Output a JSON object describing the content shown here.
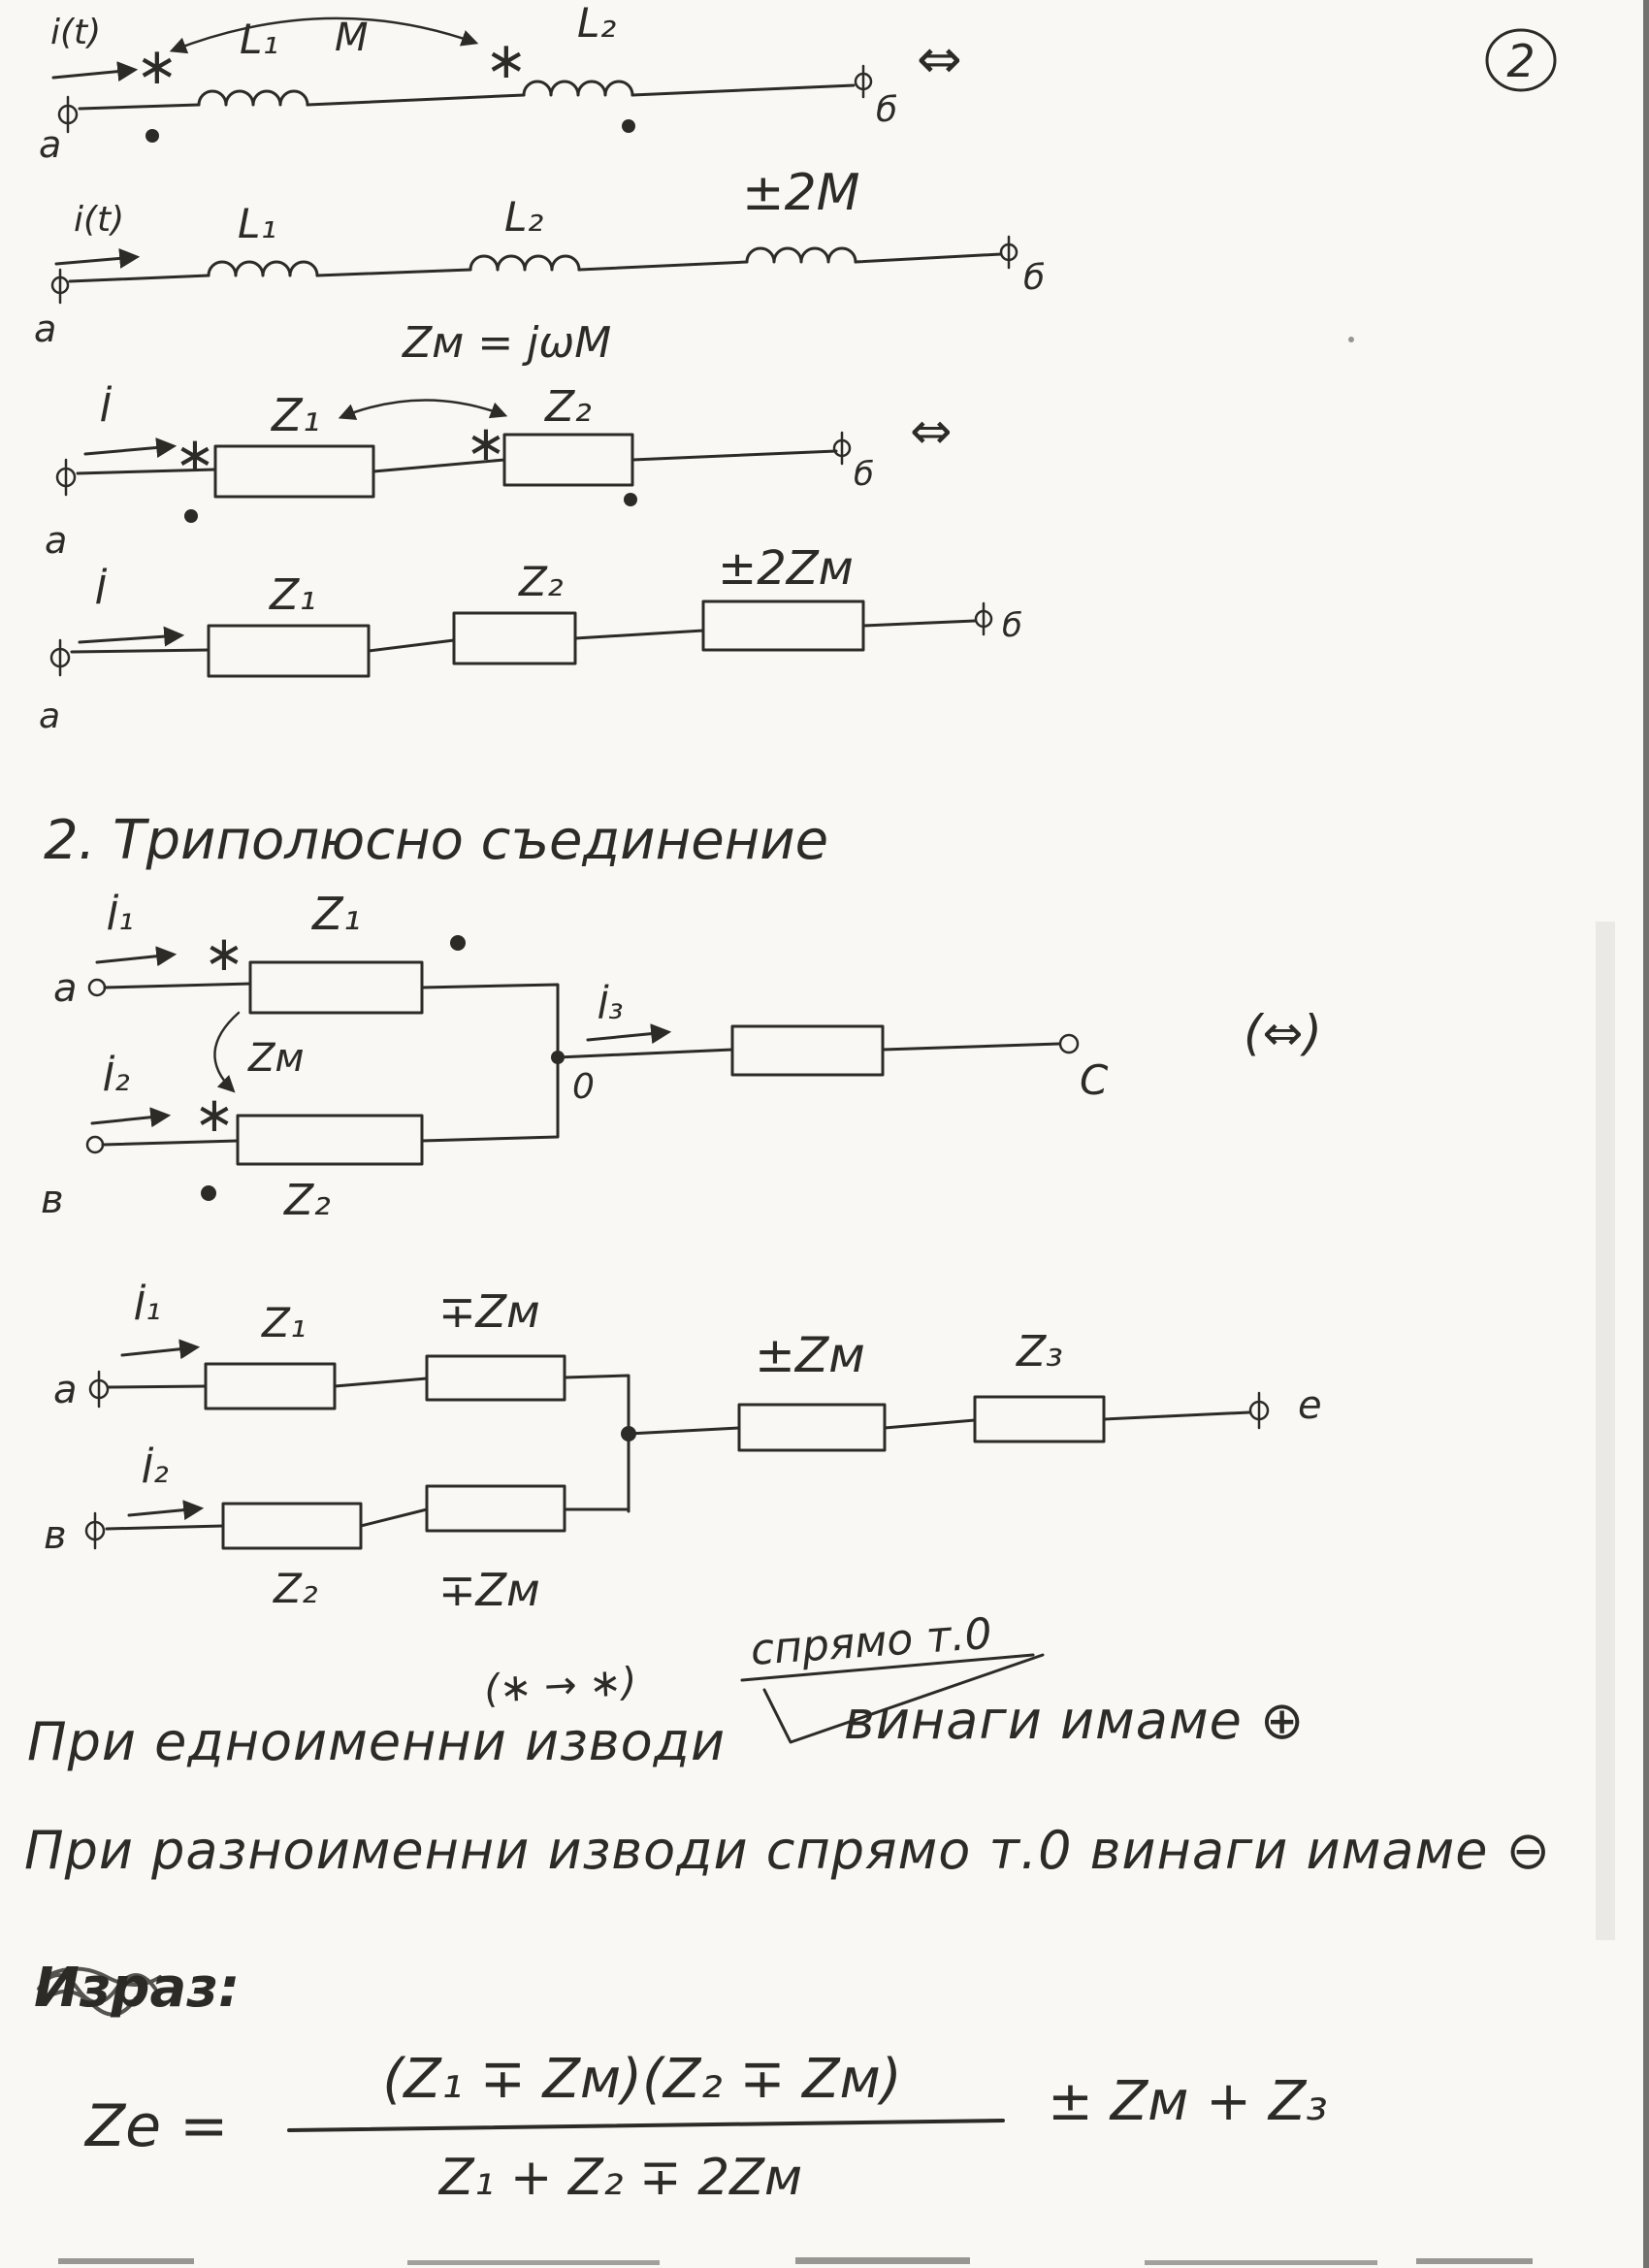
{
  "page": {
    "number": "2"
  },
  "sym": {
    "star": "∗"
  },
  "d1": {
    "current": "i(t)",
    "term_a": "a",
    "l1": "L₁",
    "m": "M",
    "l2": "L₂",
    "term_b": "б",
    "equiv": "⇔"
  },
  "d2": {
    "current": "i(t)",
    "term_a": "a",
    "l1": "L₁",
    "l2": "L₂",
    "m2": "±2M",
    "term_b": "б"
  },
  "zm_def": "Zм = jωM",
  "d3": {
    "current": "İ",
    "term_a": "a",
    "z1": "Z₁",
    "z2": "Z₂",
    "term_b": "б",
    "equiv": "⇔"
  },
  "d4": {
    "current": "İ",
    "term_a": "a",
    "z1": "Z₁",
    "z2": "Z₂",
    "zm2": "±2Zм",
    "term_b": "б"
  },
  "section": {
    "heading": "2. Триполюсно съединение"
  },
  "d5": {
    "i1": "İ₁",
    "i2": "İ₂",
    "i3": "İ₃",
    "term_a": "a",
    "term_v": "в",
    "term_c": "C",
    "z1": "Z₁",
    "z2": "Z₂",
    "zm": "Zм",
    "node": "0",
    "equiv": "(⇔)"
  },
  "d6": {
    "i1": "İ₁",
    "i2": "İ₂",
    "term_a": "a",
    "term_v": "в",
    "term_e": "e",
    "z1": "Z₁",
    "z2": "Z₂",
    "zm_top": "∓Zм",
    "zm_bot": "∓Zм",
    "zm_mid": "±Zм",
    "z3": "Z₃"
  },
  "notes": {
    "annotation": "(∗ → ∗)",
    "overline": "спрямо т.0",
    "line1a": "При едноименни изводи",
    "line1b": "винаги имаме ⊕",
    "line2": "При разноименни изводи спрямо т.0 винаги имаме ⊖",
    "scribble": "Израз:"
  },
  "formula": {
    "lhs": "Zе =",
    "numerator": "(Z₁ ∓ Zм)(Z₂ ∓ Zм)",
    "denominator": "Z₁ + Z₂ ∓ 2Zм",
    "tail": "± Zм + Z₃"
  }
}
